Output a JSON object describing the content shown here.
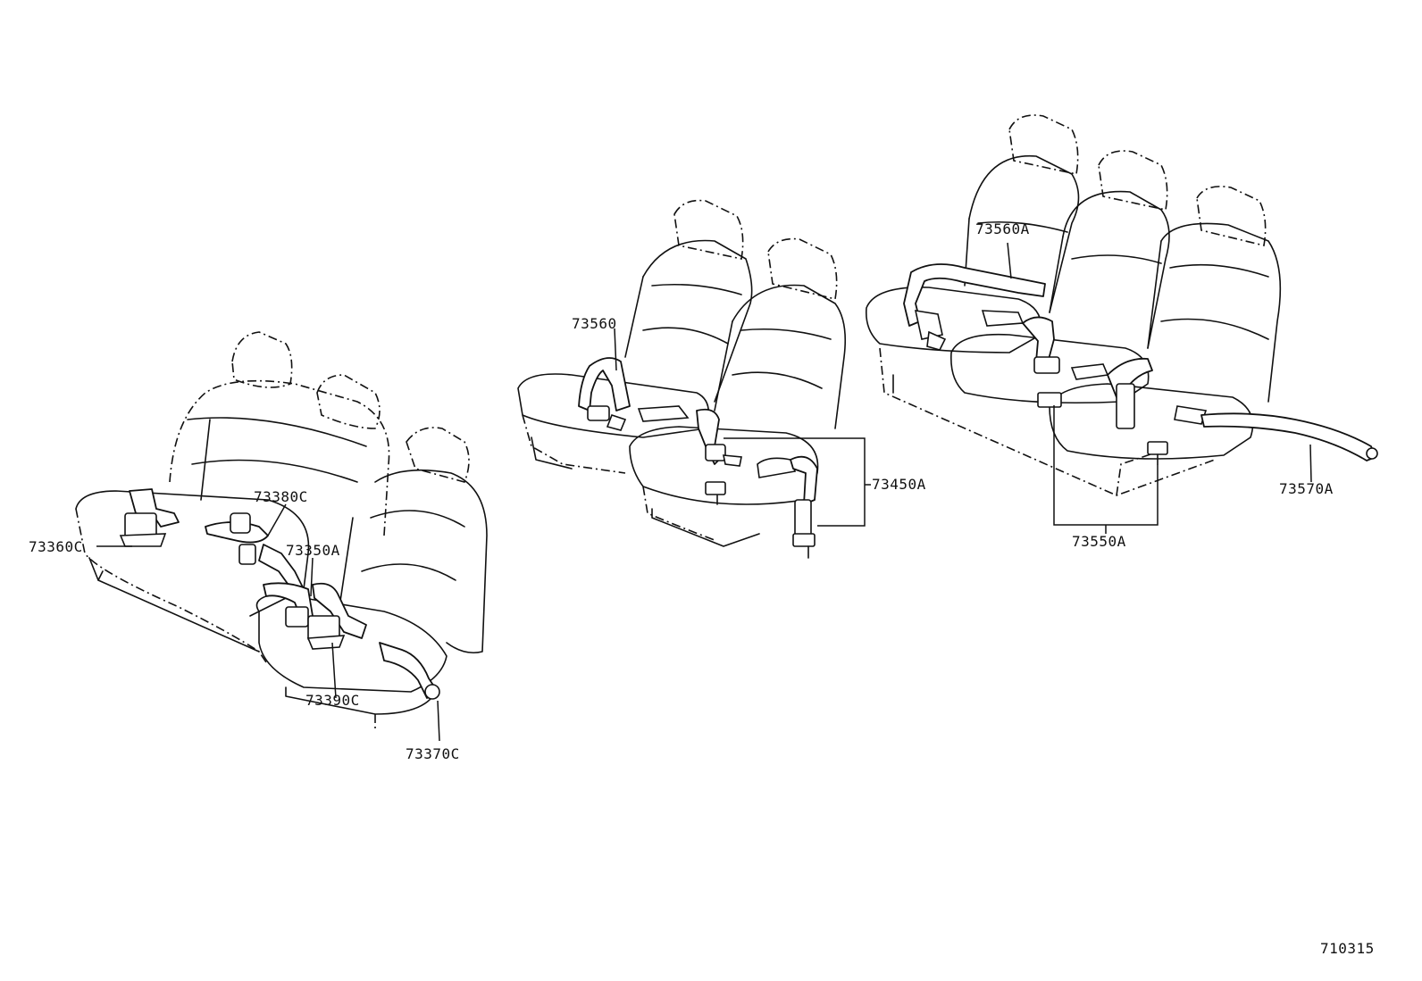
{
  "diagram": {
    "callouts": [
      {
        "id": "c1",
        "text": "73360C"
      },
      {
        "id": "c2",
        "text": "73380C"
      },
      {
        "id": "c3",
        "text": "73350A"
      },
      {
        "id": "c4",
        "text": "73390C"
      },
      {
        "id": "c5",
        "text": "73370C"
      },
      {
        "id": "c6",
        "text": "73560"
      },
      {
        "id": "c7",
        "text": "73450A"
      },
      {
        "id": "c8",
        "text": "73560A"
      },
      {
        "id": "c9",
        "text": "73570A"
      },
      {
        "id": "c10",
        "text": "73550A"
      }
    ],
    "figure_number": "710315"
  }
}
